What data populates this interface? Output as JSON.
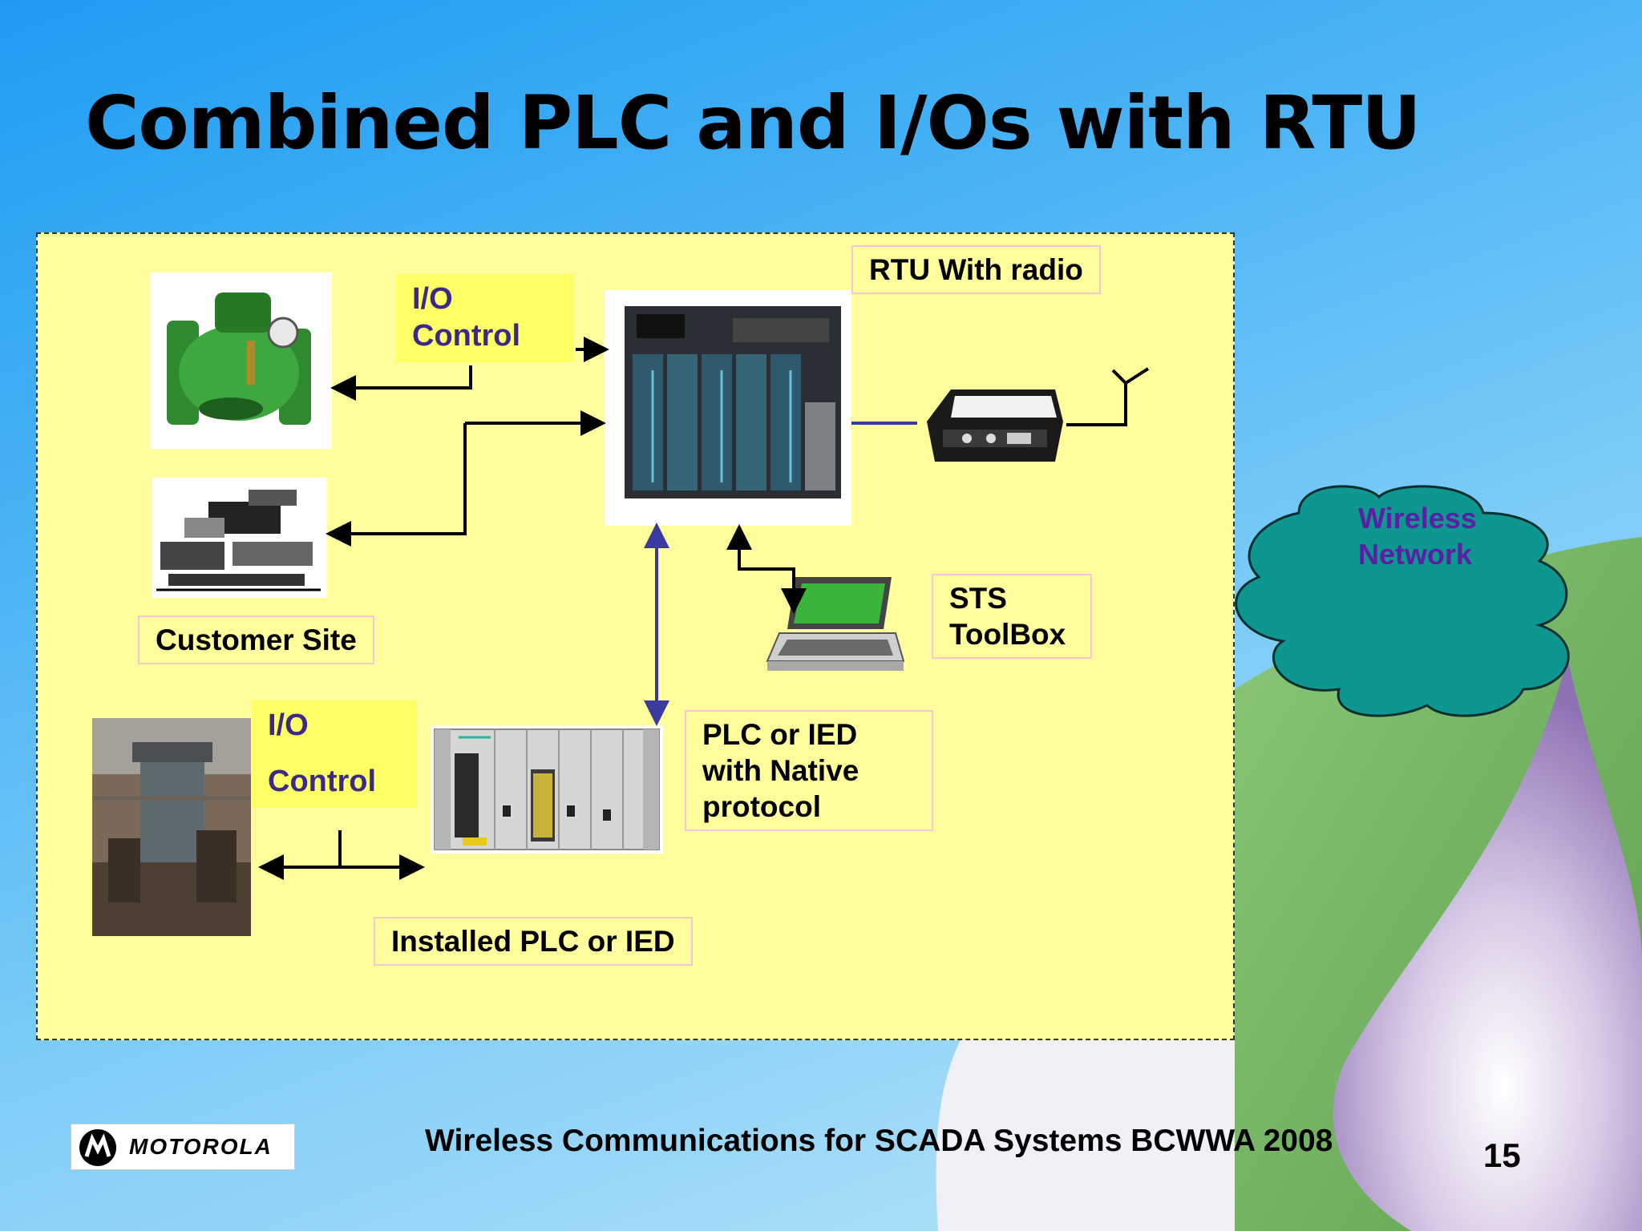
{
  "slide": {
    "title": "Combined PLC and I/Os with RTU",
    "footer": "Wireless Communications for SCADA Systems BCWWA 2008",
    "page_number": "15"
  },
  "logo": {
    "brand": "MOTOROLA",
    "icon": "motorola-logo-icon"
  },
  "diagram": {
    "labels": {
      "rtu_with_radio": "RTU With radio",
      "customer_site": "Customer Site",
      "sts_line1": "STS",
      "sts_line2": "ToolBox",
      "plc_native_line1": "PLC or IED",
      "plc_native_line2": "with Native",
      "plc_native_line3": "protocol",
      "installed_plc": "Installed PLC or IED"
    },
    "io_top": {
      "line1": "I/O",
      "line2": "Control"
    },
    "io_bottom": {
      "line1": "I/O",
      "line2": "Control"
    },
    "cloud": {
      "line1": "Wireless",
      "line2": "Network"
    },
    "colors": {
      "panel": "#fffd9c",
      "io_box": "#ffff66",
      "io_text": "#3b2a8a",
      "cloud_fill": "#0e9690",
      "cloud_text": "#5a1fa5",
      "link": "#3a3aa0"
    }
  }
}
